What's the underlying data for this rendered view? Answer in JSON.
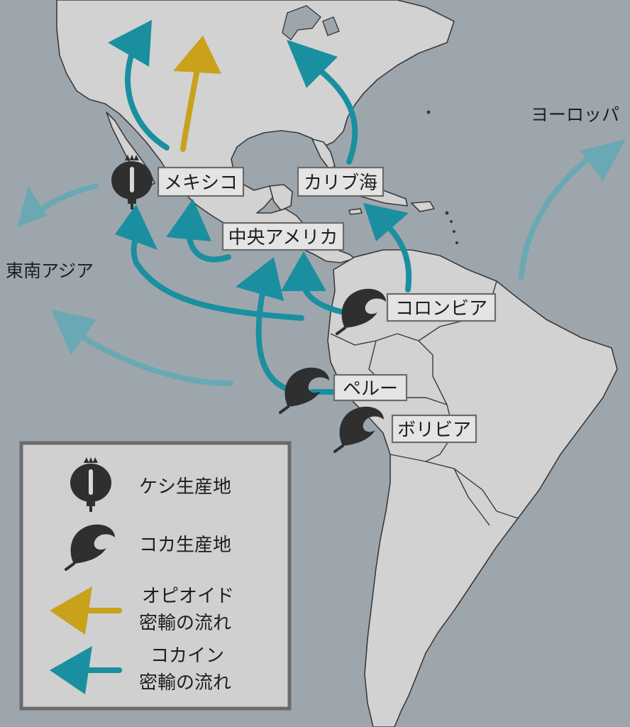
{
  "colors": {
    "ocean": "#9ea6ad",
    "land": "#d2d2d2",
    "cocaine_flow": "#1a8fa0",
    "cocaine_flow_faded": "#6aa9b3",
    "opioid_flow": "#c9a11b",
    "symbol": "#2f2f2f"
  },
  "places": {
    "mexico": "メキシコ",
    "caribbean": "カリブ海",
    "central_america": "中央アメリカ",
    "colombia": "コロンビア",
    "peru": "ペルー",
    "bolivia": "ボリビア"
  },
  "regions": {
    "europe": "ヨーロッパ",
    "southeast_asia": "東南アジア"
  },
  "legend": {
    "poppy": "ケシ生産地",
    "coca": "コカ生産地",
    "opioid_line1": "オピオイド",
    "opioid_line2": "密輸の流れ",
    "cocaine_line1": "コカイン",
    "cocaine_line2": "密輸の流れ"
  },
  "icons": {
    "poppy": "poppy-pod-icon",
    "coca": "coca-leaf-icon",
    "opioid_arrow": "arrow-left-icon",
    "cocaine_arrow": "arrow-left-icon"
  }
}
